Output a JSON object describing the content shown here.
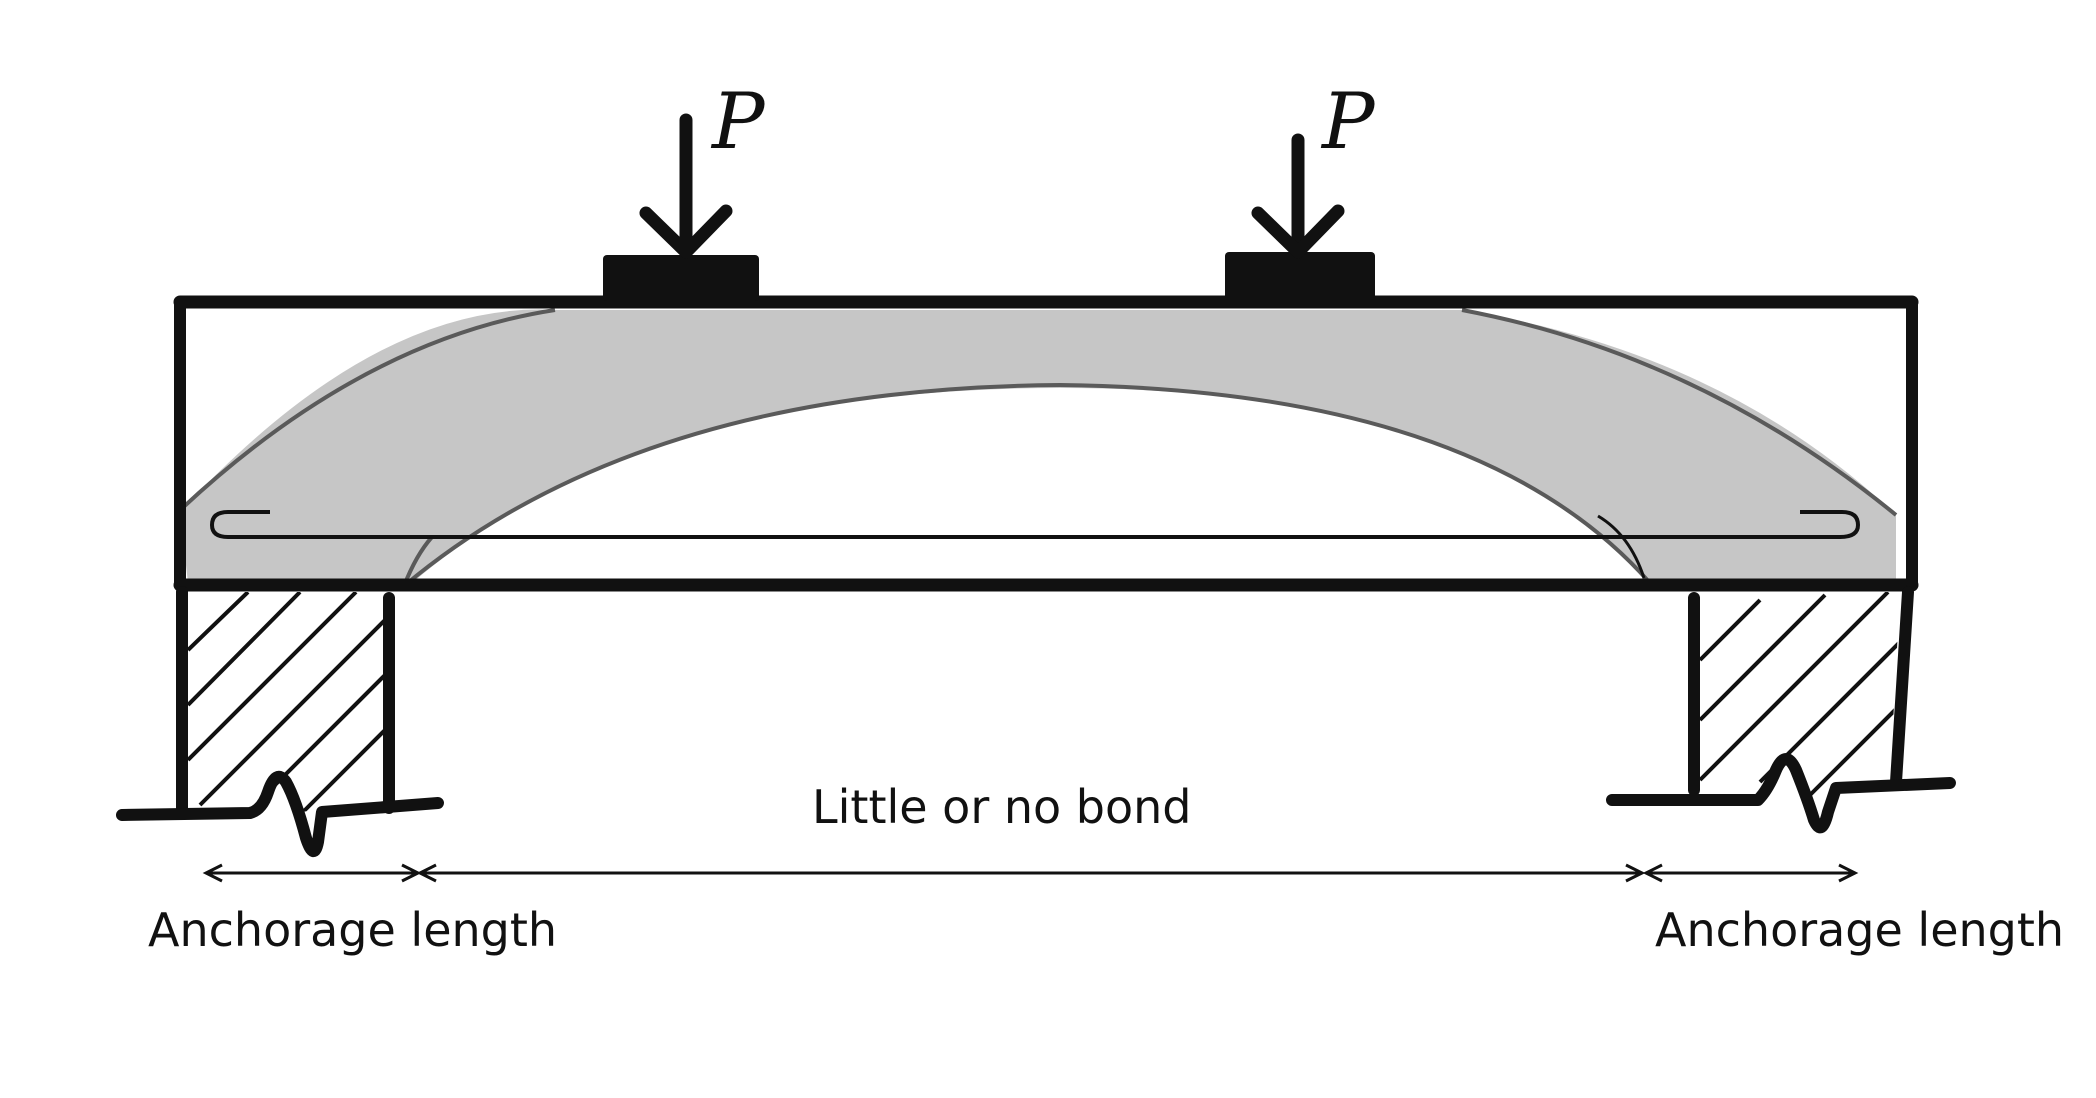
{
  "loads": [
    {
      "label": "P"
    },
    {
      "label": "P"
    }
  ],
  "labels": {
    "middle": "Little or no bond",
    "left_anchorage": "Anchorage length",
    "right_anchorage": "Anchorage length"
  },
  "colors": {
    "line": "#111111",
    "arch_fill": "#c6c6c6",
    "arch_edge": "#5a5a5a",
    "background": "#ffffff"
  }
}
